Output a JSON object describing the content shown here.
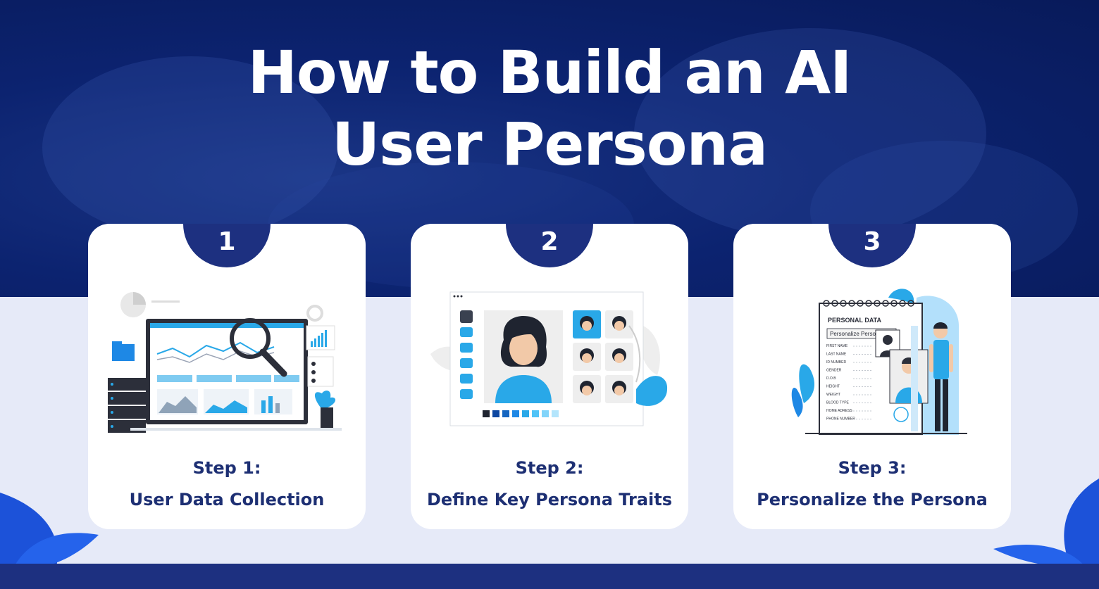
{
  "title": {
    "line1": "How to Build an AI",
    "line2": "User Persona"
  },
  "colors": {
    "navy": "#1d3080",
    "hero": "#0c2370",
    "accent": "#29a8e8",
    "background": "#e6eaf8"
  },
  "steps": [
    {
      "badge": "1",
      "label": "Step 1:",
      "name": "User Data Collection",
      "illustration": "dashboard-magnifier-illustration"
    },
    {
      "badge": "2",
      "label": "Step 2:",
      "name": "Define Key Persona Traits",
      "illustration": "avatar-builder-illustration"
    },
    {
      "badge": "3",
      "label": "Step 3:",
      "name": "Personalize the Persona",
      "illustration": "personal-data-form-illustration"
    }
  ],
  "form": {
    "header": "PERSONAL DATA",
    "button": "Personalize Persona",
    "fields": [
      "FIRST NAME",
      "LAST NAME",
      "ID NUMBER",
      "GENDER",
      "D.O.B",
      "HEIGHT",
      "WEIGHT",
      "BLOOD TYPE",
      "HOME ADRESS",
      "PHONE NUMBER"
    ]
  }
}
